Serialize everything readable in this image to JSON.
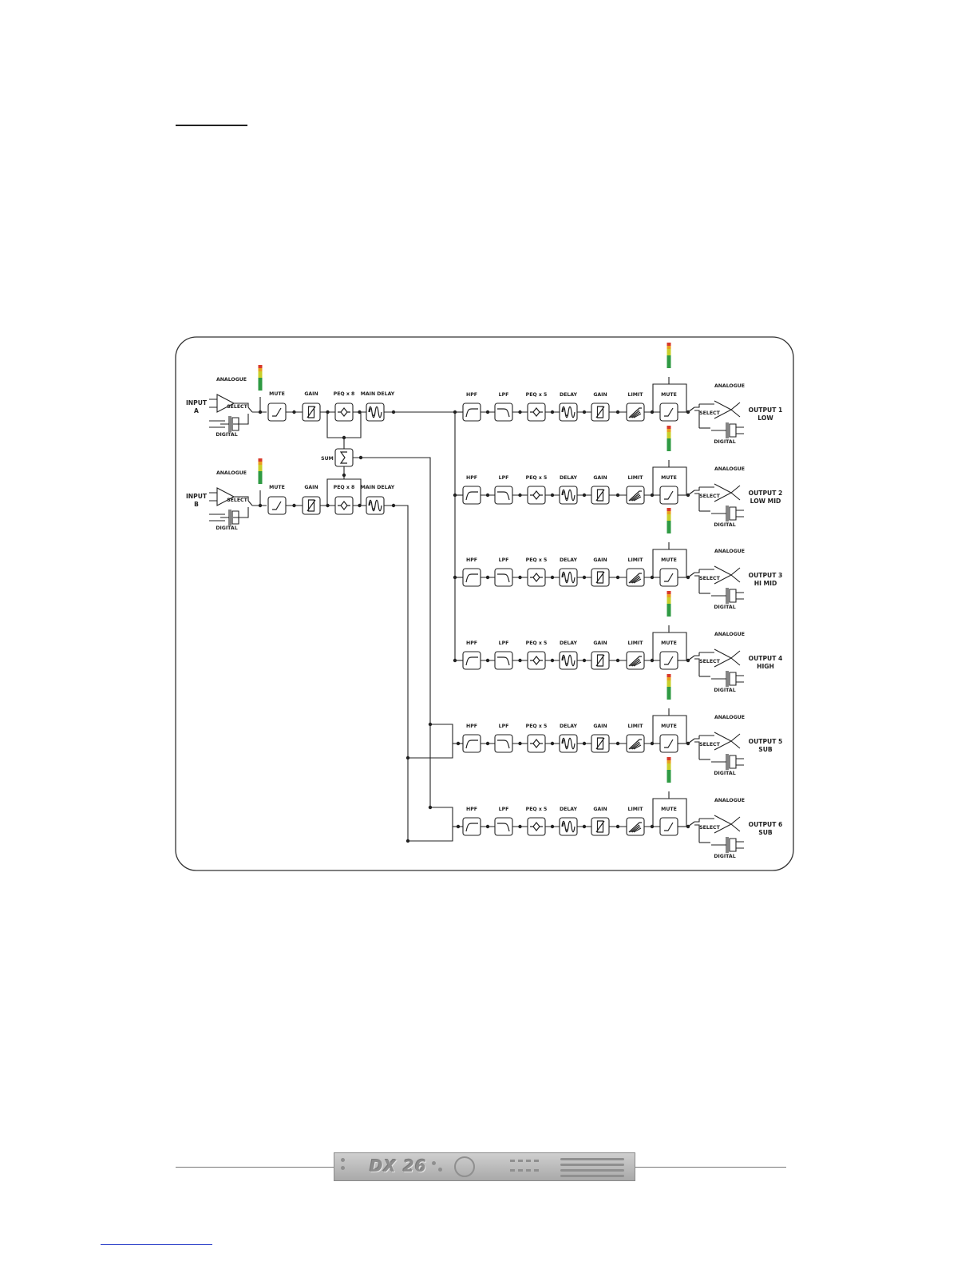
{
  "labels": {
    "mute": "MUTE",
    "gain": "GAIN",
    "peq8": "PEQ x 8",
    "peq5": "PEQ x 5",
    "main_delay": "MAIN DELAY",
    "delay": "DELAY",
    "hpf": "HPF",
    "lpf": "LPF",
    "limit": "LIMIT",
    "sum": "SUM",
    "analogue": "ANALOGUE",
    "digital": "DIGITAL",
    "select": "SELECT"
  },
  "inputs": [
    {
      "line1": "INPUT",
      "line2": "A"
    },
    {
      "line1": "INPUT",
      "line2": "B"
    }
  ],
  "outputs": [
    {
      "line1": "OUTPUT 1",
      "line2": "LOW"
    },
    {
      "line1": "OUTPUT 2",
      "line2": "LOW MID"
    },
    {
      "line1": "OUTPUT 3",
      "line2": "HI MID"
    },
    {
      "line1": "OUTPUT 4",
      "line2": "HIGH"
    },
    {
      "line1": "OUTPUT 5",
      "line2": "SUB"
    },
    {
      "line1": "OUTPUT 6",
      "line2": "SUB"
    }
  ],
  "footer": {
    "logo_text": "DX 26"
  },
  "colors": {
    "meter_red": "#d83a2a",
    "meter_orange": "#e8a01e",
    "meter_yellow": "#c9cf2a",
    "meter_green": "#2f9a43",
    "line": "#222222"
  }
}
